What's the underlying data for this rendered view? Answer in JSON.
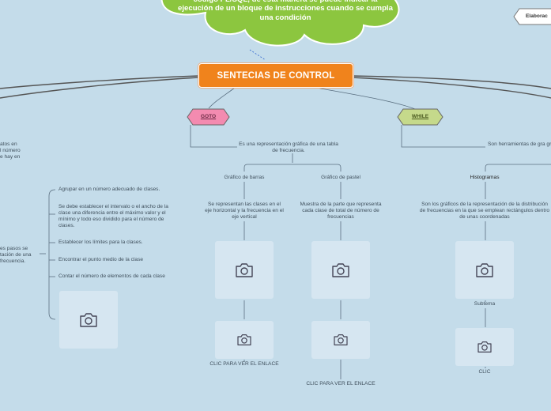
{
  "cloud": {
    "text": "código PL/SQL, de esta manera se puede indicar la ejecución de un bloque de instrucciones cuando se cumpla una condición"
  },
  "tag": {
    "label": "Elaborac"
  },
  "central": {
    "title": "SENTECIAS DE CONTROL"
  },
  "branches": {
    "goto": "GOTO",
    "while": "WHILE"
  },
  "left": {
    "partial_top": "atos en\nl número\ne hay en",
    "partial_steps": "es pasos se\ntación de una\nfrecuencia.",
    "steps": [
      "Agrupar en un número adecuado de clases.",
      "Se debe establecer el intervalo o el ancho de la clase una diferencia entre el máximo valor y el mínimo y todo eso dividido para el número de clases.",
      "Establecer los límites para la clases.",
      "Encontrar el punto medio de la clase",
      "Contar el número de elementos de cada clase"
    ]
  },
  "goto": {
    "definition": "Es una representación gráfica de una tabla de frecuencia.",
    "bars": {
      "label": "Gráfico de barras",
      "desc": "Se representan las clases en el eje horizontal y la frecuencia en el eje vertical",
      "link": "CLIC PARA VER EL ENLACE"
    },
    "pie": {
      "label": "Gráfico de pastel",
      "desc": "Muestra de la parte que representa cada clase de total de número de frecuencias",
      "link": "CLIC PARA VER EL ENLACE"
    }
  },
  "while": {
    "definition": "Son herramientas de gra gráficamente una distrib",
    "histogram": {
      "label": "Histogramas",
      "desc": "Son los gráficos de la representación de la distribución de frecuencias en la que se emplean rectángulos dentro de unas coordenadas",
      "subtopic": "Subtema",
      "link": "CLIC"
    }
  },
  "colors": {
    "background": "#c4dcea",
    "cloud": "#8cc63f",
    "central": "#f0831c",
    "goto": "#f38bb0",
    "while": "#c5d98b",
    "photo": "#d6e6f1"
  }
}
